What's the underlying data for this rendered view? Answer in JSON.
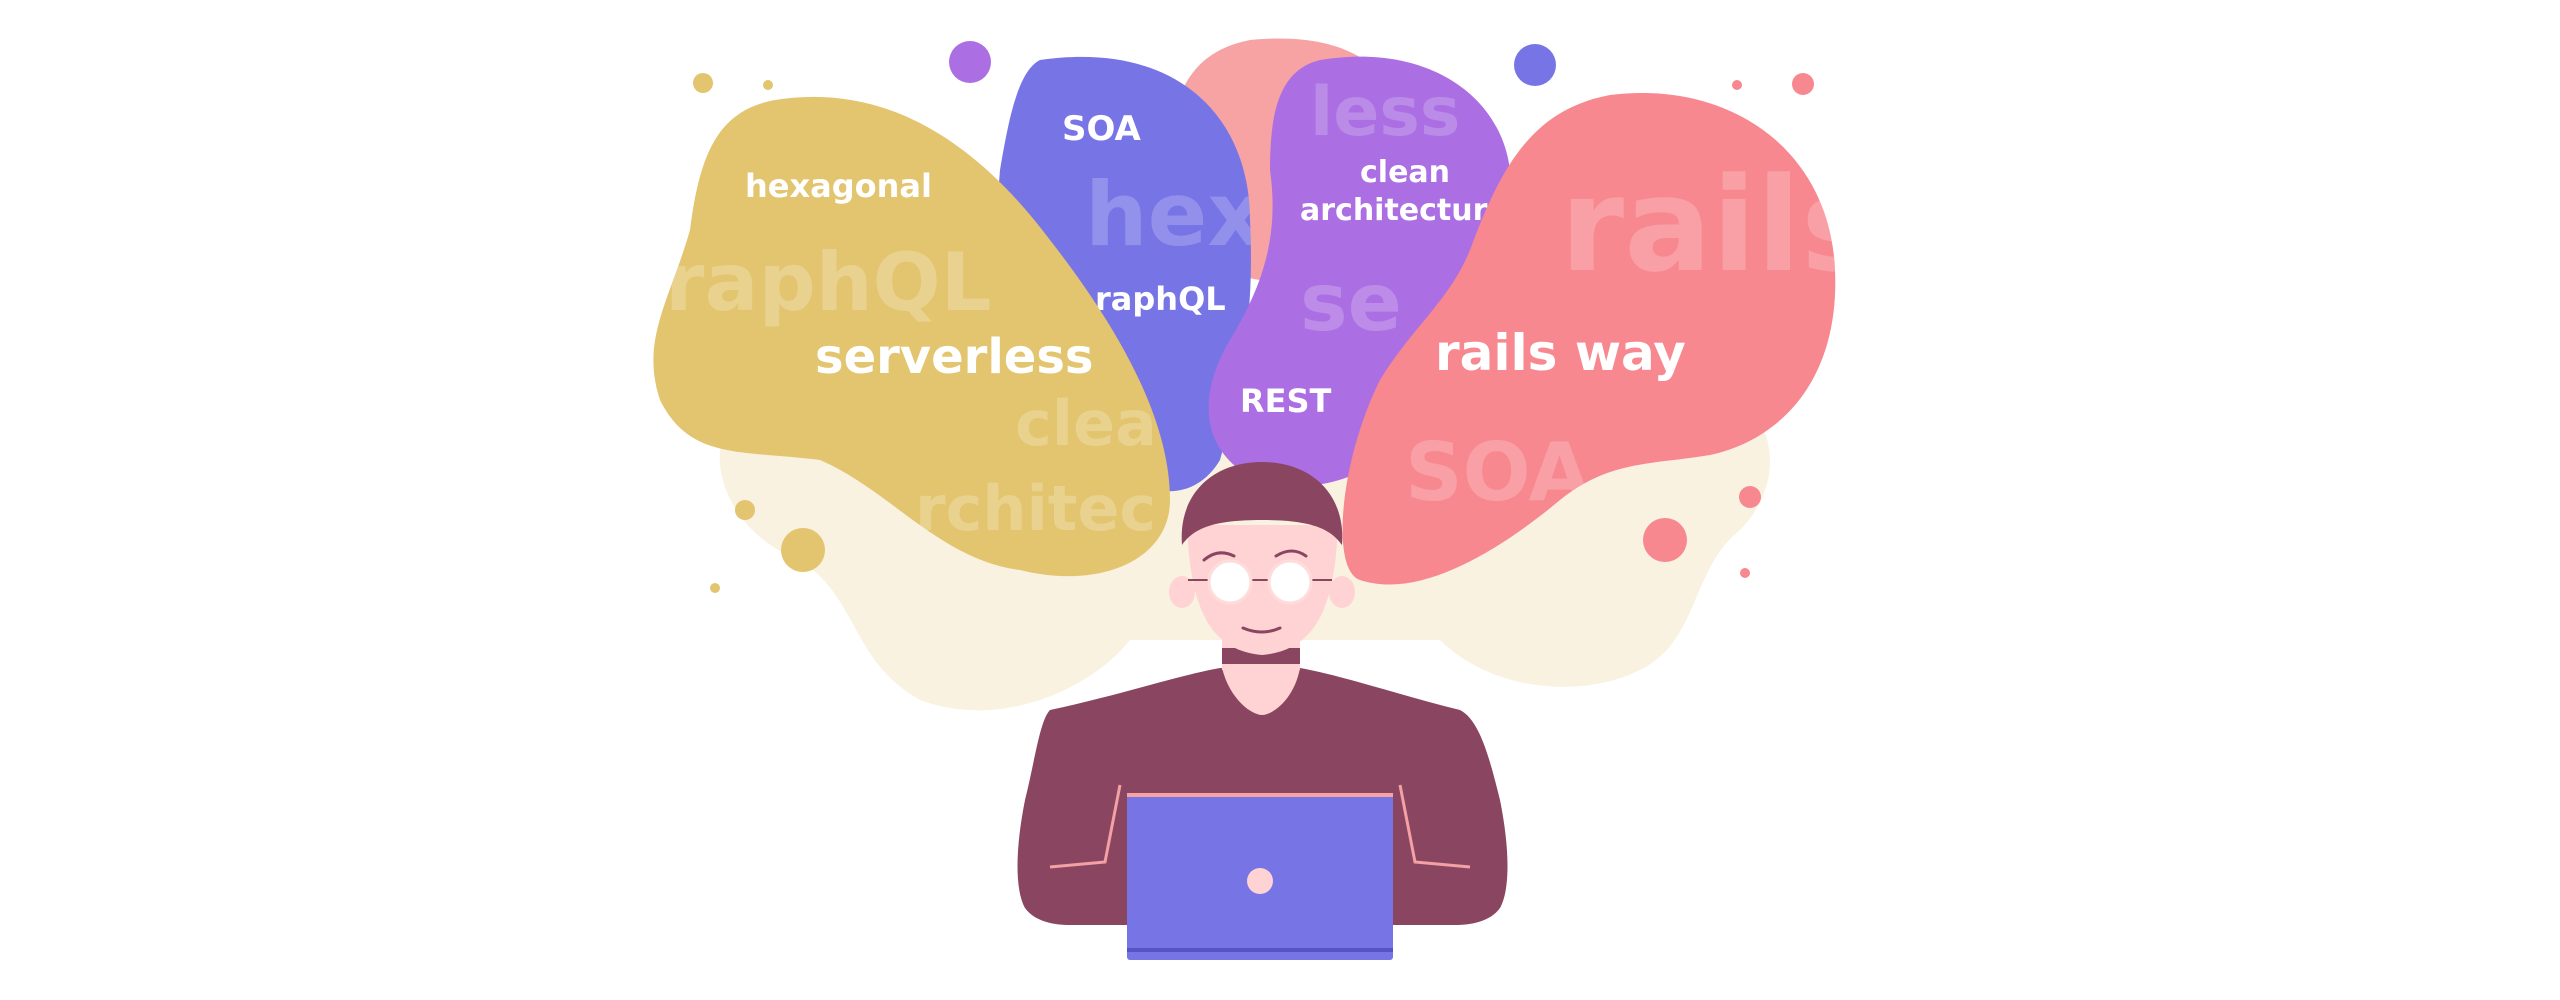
{
  "illustration": {
    "words": {
      "hexagonal": "hexagonal",
      "graphql_watermark": "raphQL",
      "serverless": "serverless",
      "clean_watermark": "clea",
      "architecture_watermark": "rchitec",
      "soa": "SOA",
      "hex_watermark": "hex",
      "graphql_small": "raphQL",
      "less_watermark": "less",
      "clean": "clean",
      "architecture": "architectur",
      "se_watermark": "se",
      "rest": "REST",
      "rails_watermark": "rails",
      "rails_way": "rails way",
      "soa_watermark": "SOA"
    },
    "colors": {
      "yellow_bubble": "#E3C46F",
      "indigo_bubble": "#7775E6",
      "pink_back_bubble": "#F7A3A3",
      "violet_bubble": "#AB6FE3",
      "coral_bubble": "#F88890",
      "shirt": "#8A4660",
      "skin": "#FFD3D3",
      "laptop": "#7775E6",
      "word_white": "#FFFFFF"
    }
  }
}
